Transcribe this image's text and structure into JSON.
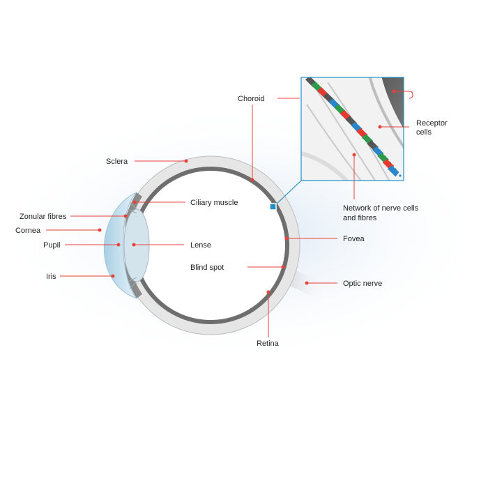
{
  "labels": {
    "choroid": "Choroid",
    "receptor_cells_1": "Receptor",
    "receptor_cells_2": "cells",
    "sclera": "Sclera",
    "ciliary_muscle": "Ciliary muscle",
    "zonular_fibres": "Zonular fibres",
    "cornea": "Cornea",
    "pupil": "Pupil",
    "lense": "Lense",
    "iris": "Iris",
    "blind_spot": "Blind spot",
    "network_1": "Network of nerve cells",
    "network_2": "and fibres",
    "fovea": "Fovea",
    "optic_nerve": "Optic nerve",
    "retina": "Retina"
  },
  "colors": {
    "leader": "#e8403a",
    "inset_frame": "#1e8fc8",
    "sclera": "#e4e4e4",
    "retina_band": "#6a6a6a",
    "cornea": "#cfe6f2",
    "receptor_red": "#e33a2f",
    "receptor_green": "#2f9a4a",
    "receptor_blue": "#2a86c9",
    "receptor_dark": "#555555"
  }
}
